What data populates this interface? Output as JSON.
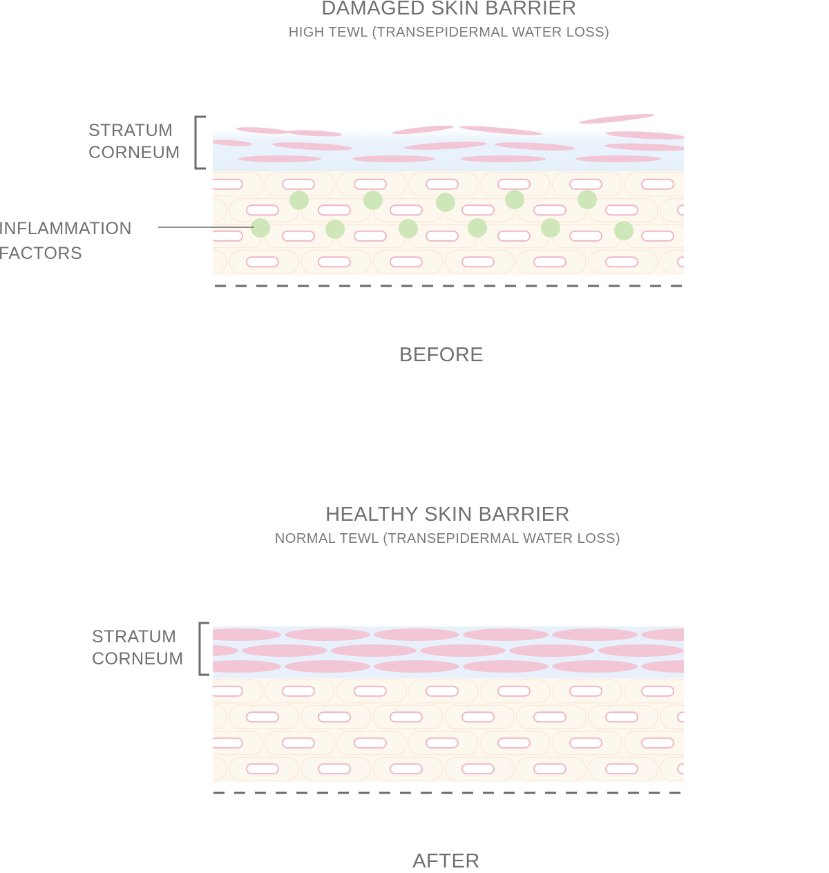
{
  "colors": {
    "text": "#707070",
    "bracket": "#6b6b6b",
    "dashes": "#6b6b6b",
    "corneum_blue": "#e8f1fb",
    "corneum_cell": "#f3c6d5",
    "epidermis_bg": "#fdf8ee",
    "cell_outline": "#fbe9dc",
    "nucleus": "#f0b6c4",
    "inflammation": "#cfe7b8"
  },
  "before": {
    "title": "DAMAGED SKIN BARRIER",
    "subtitle": "HIGH TEWL (TRANSEPIDERMAL WATER LOSS)",
    "corneum_label_line1": "STRATUM",
    "corneum_label_line2": "CORNEUM",
    "inflammation_label_line1": "INFLAMMATION",
    "inflammation_label_line2": "FACTORS",
    "caption": "BEFORE"
  },
  "after": {
    "title": "HEALTHY SKIN BARRIER",
    "subtitle": "NORMAL TEWL (TRANSEPIDERMAL WATER LOSS)",
    "corneum_label_line1": "STRATUM",
    "corneum_label_line2": "CORNEUM",
    "caption": "AFTER"
  }
}
